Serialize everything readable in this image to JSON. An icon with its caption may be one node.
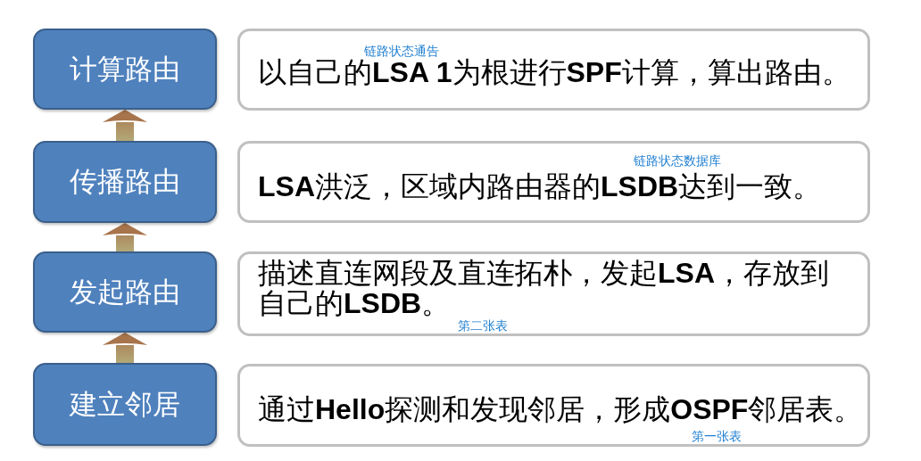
{
  "diagram": {
    "nodes": [
      {
        "text": [
          "计算路由"
        ]
      },
      {
        "text": [
          "链路状态通告",
          "以自己的**LSA 1**为根进行**SPF**计算，算出路由。"
        ]
      },
      {
        "text": [
          "传播路由"
        ]
      },
      {
        "text": [
          "链路状态数据库",
          "**LSA**洪泛，区域内路由器的**LSDB**达到一致。"
        ]
      },
      {
        "text": [
          "发起路由"
        ]
      },
      {
        "text": [
          "描述直连网段及直连拓朴，发起**LSA**，存放到自己的**LSDB**。",
          "第二张表"
        ]
      },
      {
        "text": [
          "建立邻居"
        ]
      },
      {
        "text": [
          "通过**Hello**探测和发现邻居，形成**OSPF**邻居表。",
          "第一张表"
        ]
      }
    ],
    "edges": [
      {
        "from": 6,
        "to": 4,
        "arrow": "to"
      },
      {
        "from": 4,
        "to": 2,
        "arrow": "to"
      },
      {
        "from": 2,
        "to": 0,
        "arrow": "to"
      }
    ]
  }
}
